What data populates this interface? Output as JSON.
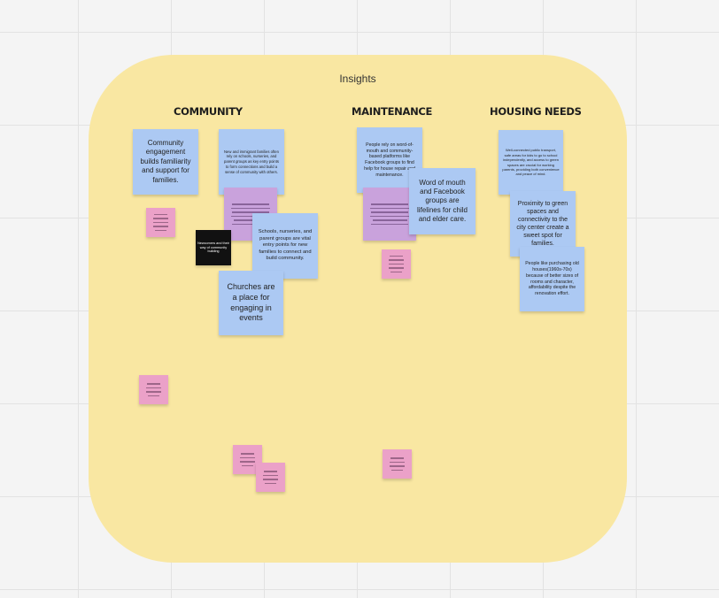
{
  "frame": {
    "title": "Insights"
  },
  "columns": {
    "community": "COMMUNITY",
    "maintenance": "MAINTENANCE",
    "housing": "HOUSING NEEDS"
  },
  "notes": {
    "community_engagement": "Community engagement builds familiarity and support for families.",
    "new_immigrant": "New and immigrant families often rely on schools, nurseries, and parent groups as key entry points to form connections and build a sense of community with others.",
    "schools_nurseries": "Schools, nurseries, and parent groups are vital entry points for new families to connect and build community.",
    "newcomers": "Newcomers and their way of community building",
    "churches": "Churches are a place for engaging in events",
    "word_of_mouth_platforms": "People rely on word-of-mouth and community-based platforms like Facebook groups to find help for house repair and maintenance.",
    "word_of_mouth_groups": "Word of mouth and Facebook groups are lifelines for child and elder care.",
    "well_connected": "Well-connected public transport, safe areas for kids to go to school independently, and access to green spaces are crucial for working parents, providing both convenience and peace of mind.",
    "proximity": "Proximity to green spaces and connectivity to the city center create a sweet spot for families.",
    "old_houses": "People like purchasing old houses(1960s-70s) because of better sizes of rooms and character, affordability despite the renovation effort."
  },
  "colors": {
    "frame": "#f9e7a2",
    "blue_note": "#acc9f3",
    "pink_note": "#eba1c8",
    "purple_note": "#c9a2dc",
    "black_note": "#111111",
    "canvas": "#f4f4f4"
  }
}
